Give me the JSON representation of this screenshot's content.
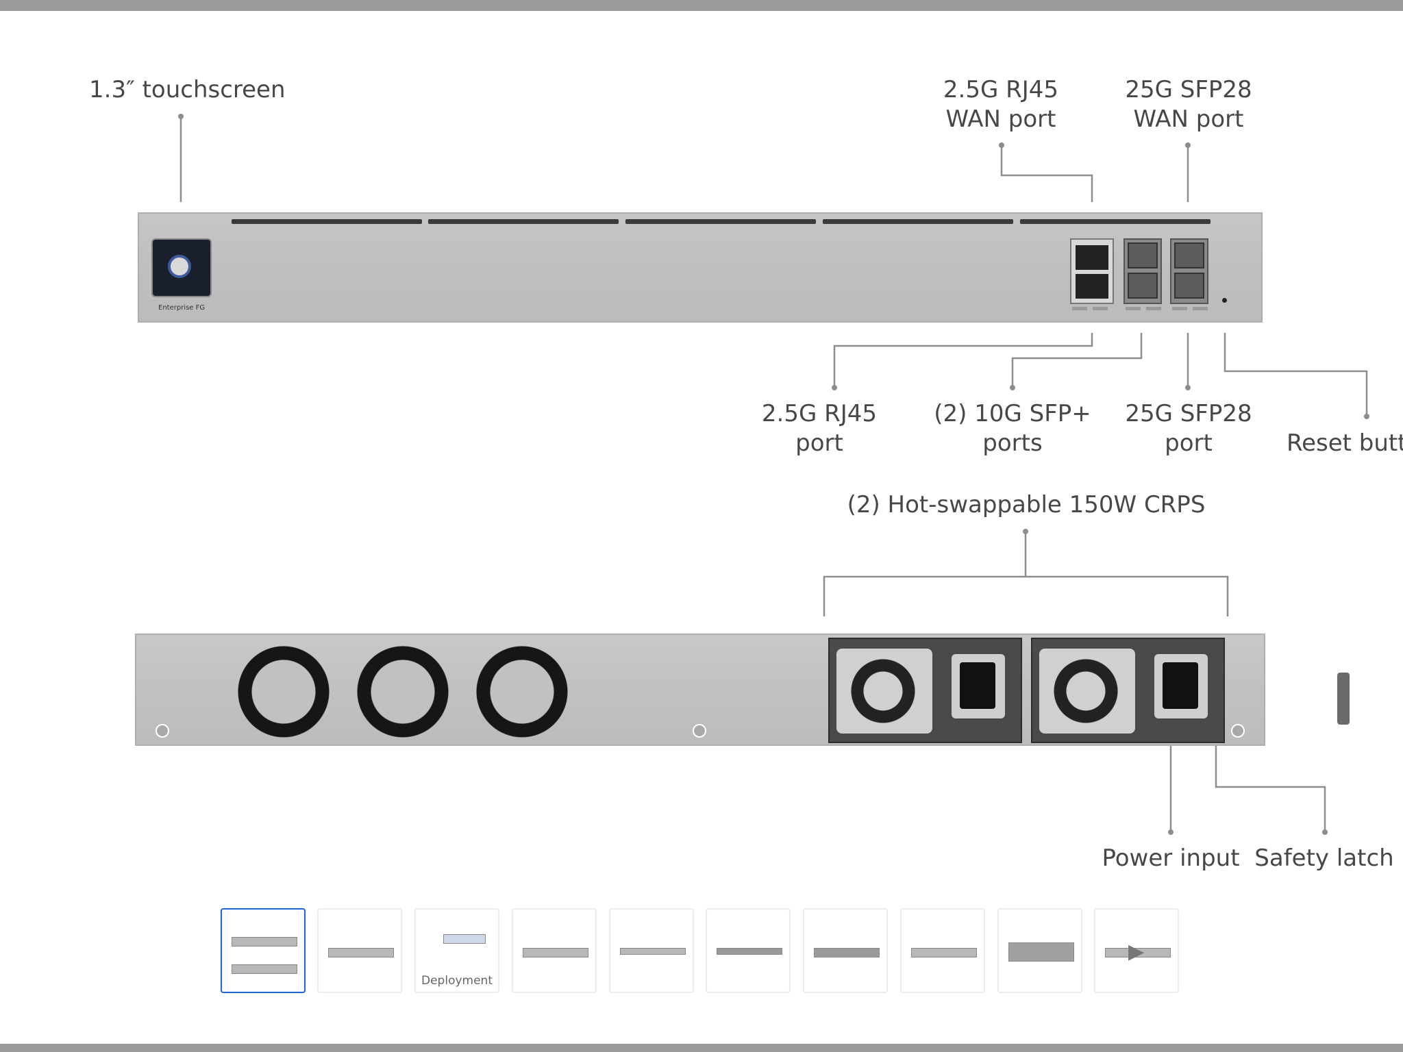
{
  "front_labels": {
    "touchscreen": "1.3″ touchscreen",
    "rj45_wan": "2.5G RJ45\nWAN port",
    "sfp28_wan": "25G SFP28\nWAN port",
    "rj45_port": "2.5G RJ45\nport",
    "sfp_plus": "(2) 10G SFP+\nports",
    "sfp28_port": "25G SFP28\nport",
    "reset": "Reset butto"
  },
  "front_panel": {
    "brand": "Enterprise FG"
  },
  "rear_labels": {
    "crps": "(2) Hot-swappable 150W CRPS",
    "power_input": "Power input",
    "safety_latch": "Safety latch"
  },
  "thumbnails": {
    "count": 10,
    "active_index": 0,
    "deployment_caption": "Deployment"
  }
}
